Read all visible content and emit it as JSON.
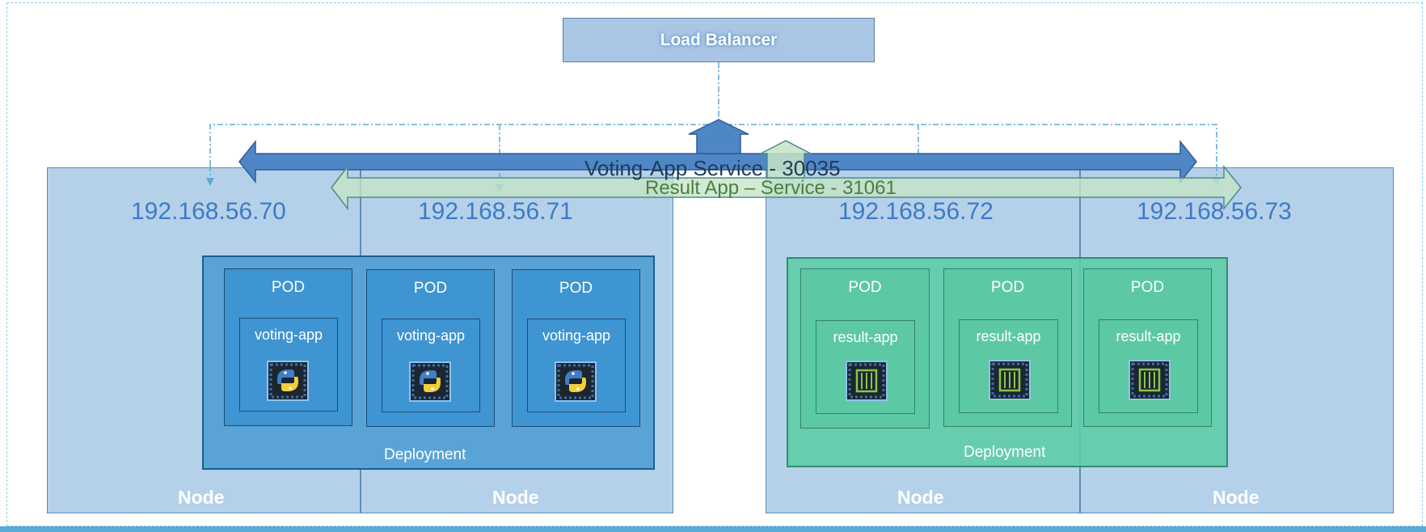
{
  "load_balancer": {
    "label": "Load Balancer"
  },
  "services": {
    "voting": {
      "label": "Voting-App Service - 30035"
    },
    "result": {
      "label": "Result App – Service - 31061"
    }
  },
  "nodes": [
    {
      "ip": "192.168.56.70",
      "label": "Node"
    },
    {
      "ip": "192.168.56.71",
      "label": "Node"
    },
    {
      "ip": "192.168.56.72",
      "label": "Node"
    },
    {
      "ip": "192.168.56.73",
      "label": "Node"
    }
  ],
  "deployments": {
    "voting": {
      "label": "Deployment",
      "pods": [
        {
          "label": "POD",
          "app": "voting-app"
        },
        {
          "label": "POD",
          "app": "voting-app"
        },
        {
          "label": "POD",
          "app": "voting-app"
        }
      ]
    },
    "result": {
      "label": "Deployment",
      "pods": [
        {
          "label": "POD",
          "app": "result-app"
        },
        {
          "label": "POD",
          "app": "result-app"
        },
        {
          "label": "POD",
          "app": "result-app"
        }
      ]
    }
  },
  "icons": {
    "voting_app": "python-icon",
    "result_app": "nodejs-icon"
  },
  "colors": {
    "voting": "#3f94d2",
    "result": "#5cc8a4",
    "node": "#8fb8dc",
    "ip": "#3d7bc6"
  }
}
